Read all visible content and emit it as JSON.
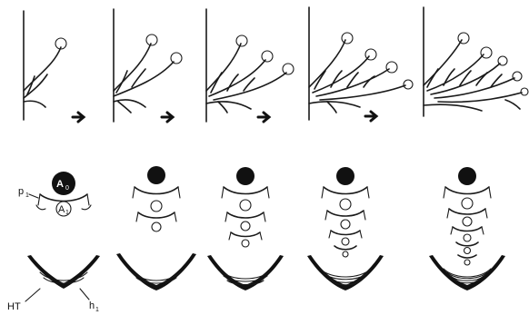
{
  "figure": {
    "stages": 5,
    "labels": {
      "apical": "A",
      "apical_sub": "0",
      "axillary": "A",
      "axillary_sub": "1",
      "phytomer": "p",
      "phytomer_sub": "1",
      "hypocotyl": "HT",
      "height": "h",
      "height_sub": "1"
    },
    "colors": {
      "ink": "#1a1a1a",
      "background": "#ffffff"
    }
  }
}
